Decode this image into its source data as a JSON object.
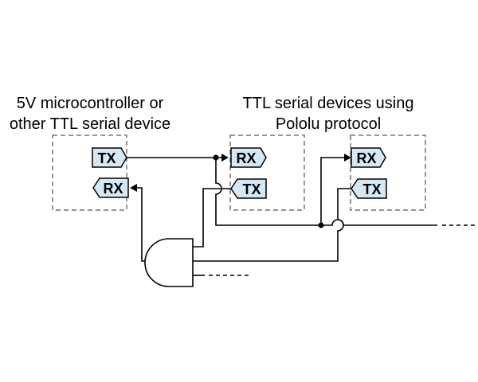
{
  "diagram": {
    "left_heading": {
      "line1": "5V microcontroller or",
      "line2": "other TTL serial device"
    },
    "right_heading": {
      "line1": "TTL serial devices using",
      "line2": "Pololu protocol"
    },
    "controller": {
      "tx_label": "TX",
      "rx_label": "RX"
    },
    "devices": [
      {
        "rx_label": "RX",
        "tx_label": "TX"
      },
      {
        "rx_label": "RX",
        "tx_label": "TX"
      }
    ],
    "pin_fill_color": "#d6e8f5",
    "box_stroke_color": "#777777",
    "gate_type": "AND"
  }
}
